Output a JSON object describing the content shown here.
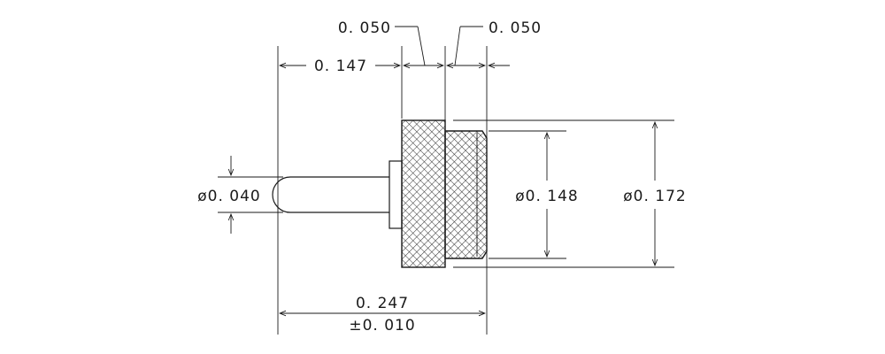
{
  "drawing": {
    "dimensions": {
      "d_050_left": "0. 050",
      "d_050_right": "0. 050",
      "d_147": "0. 147",
      "d_dia_040": "ø0. 040",
      "d_dia_148": "ø0. 148",
      "d_dia_172": "ø0. 172",
      "d_247": "0. 247",
      "d_247_tol": "±0. 010"
    },
    "colors": {
      "line": "#1a1a1a",
      "background": "#ffffff"
    }
  }
}
